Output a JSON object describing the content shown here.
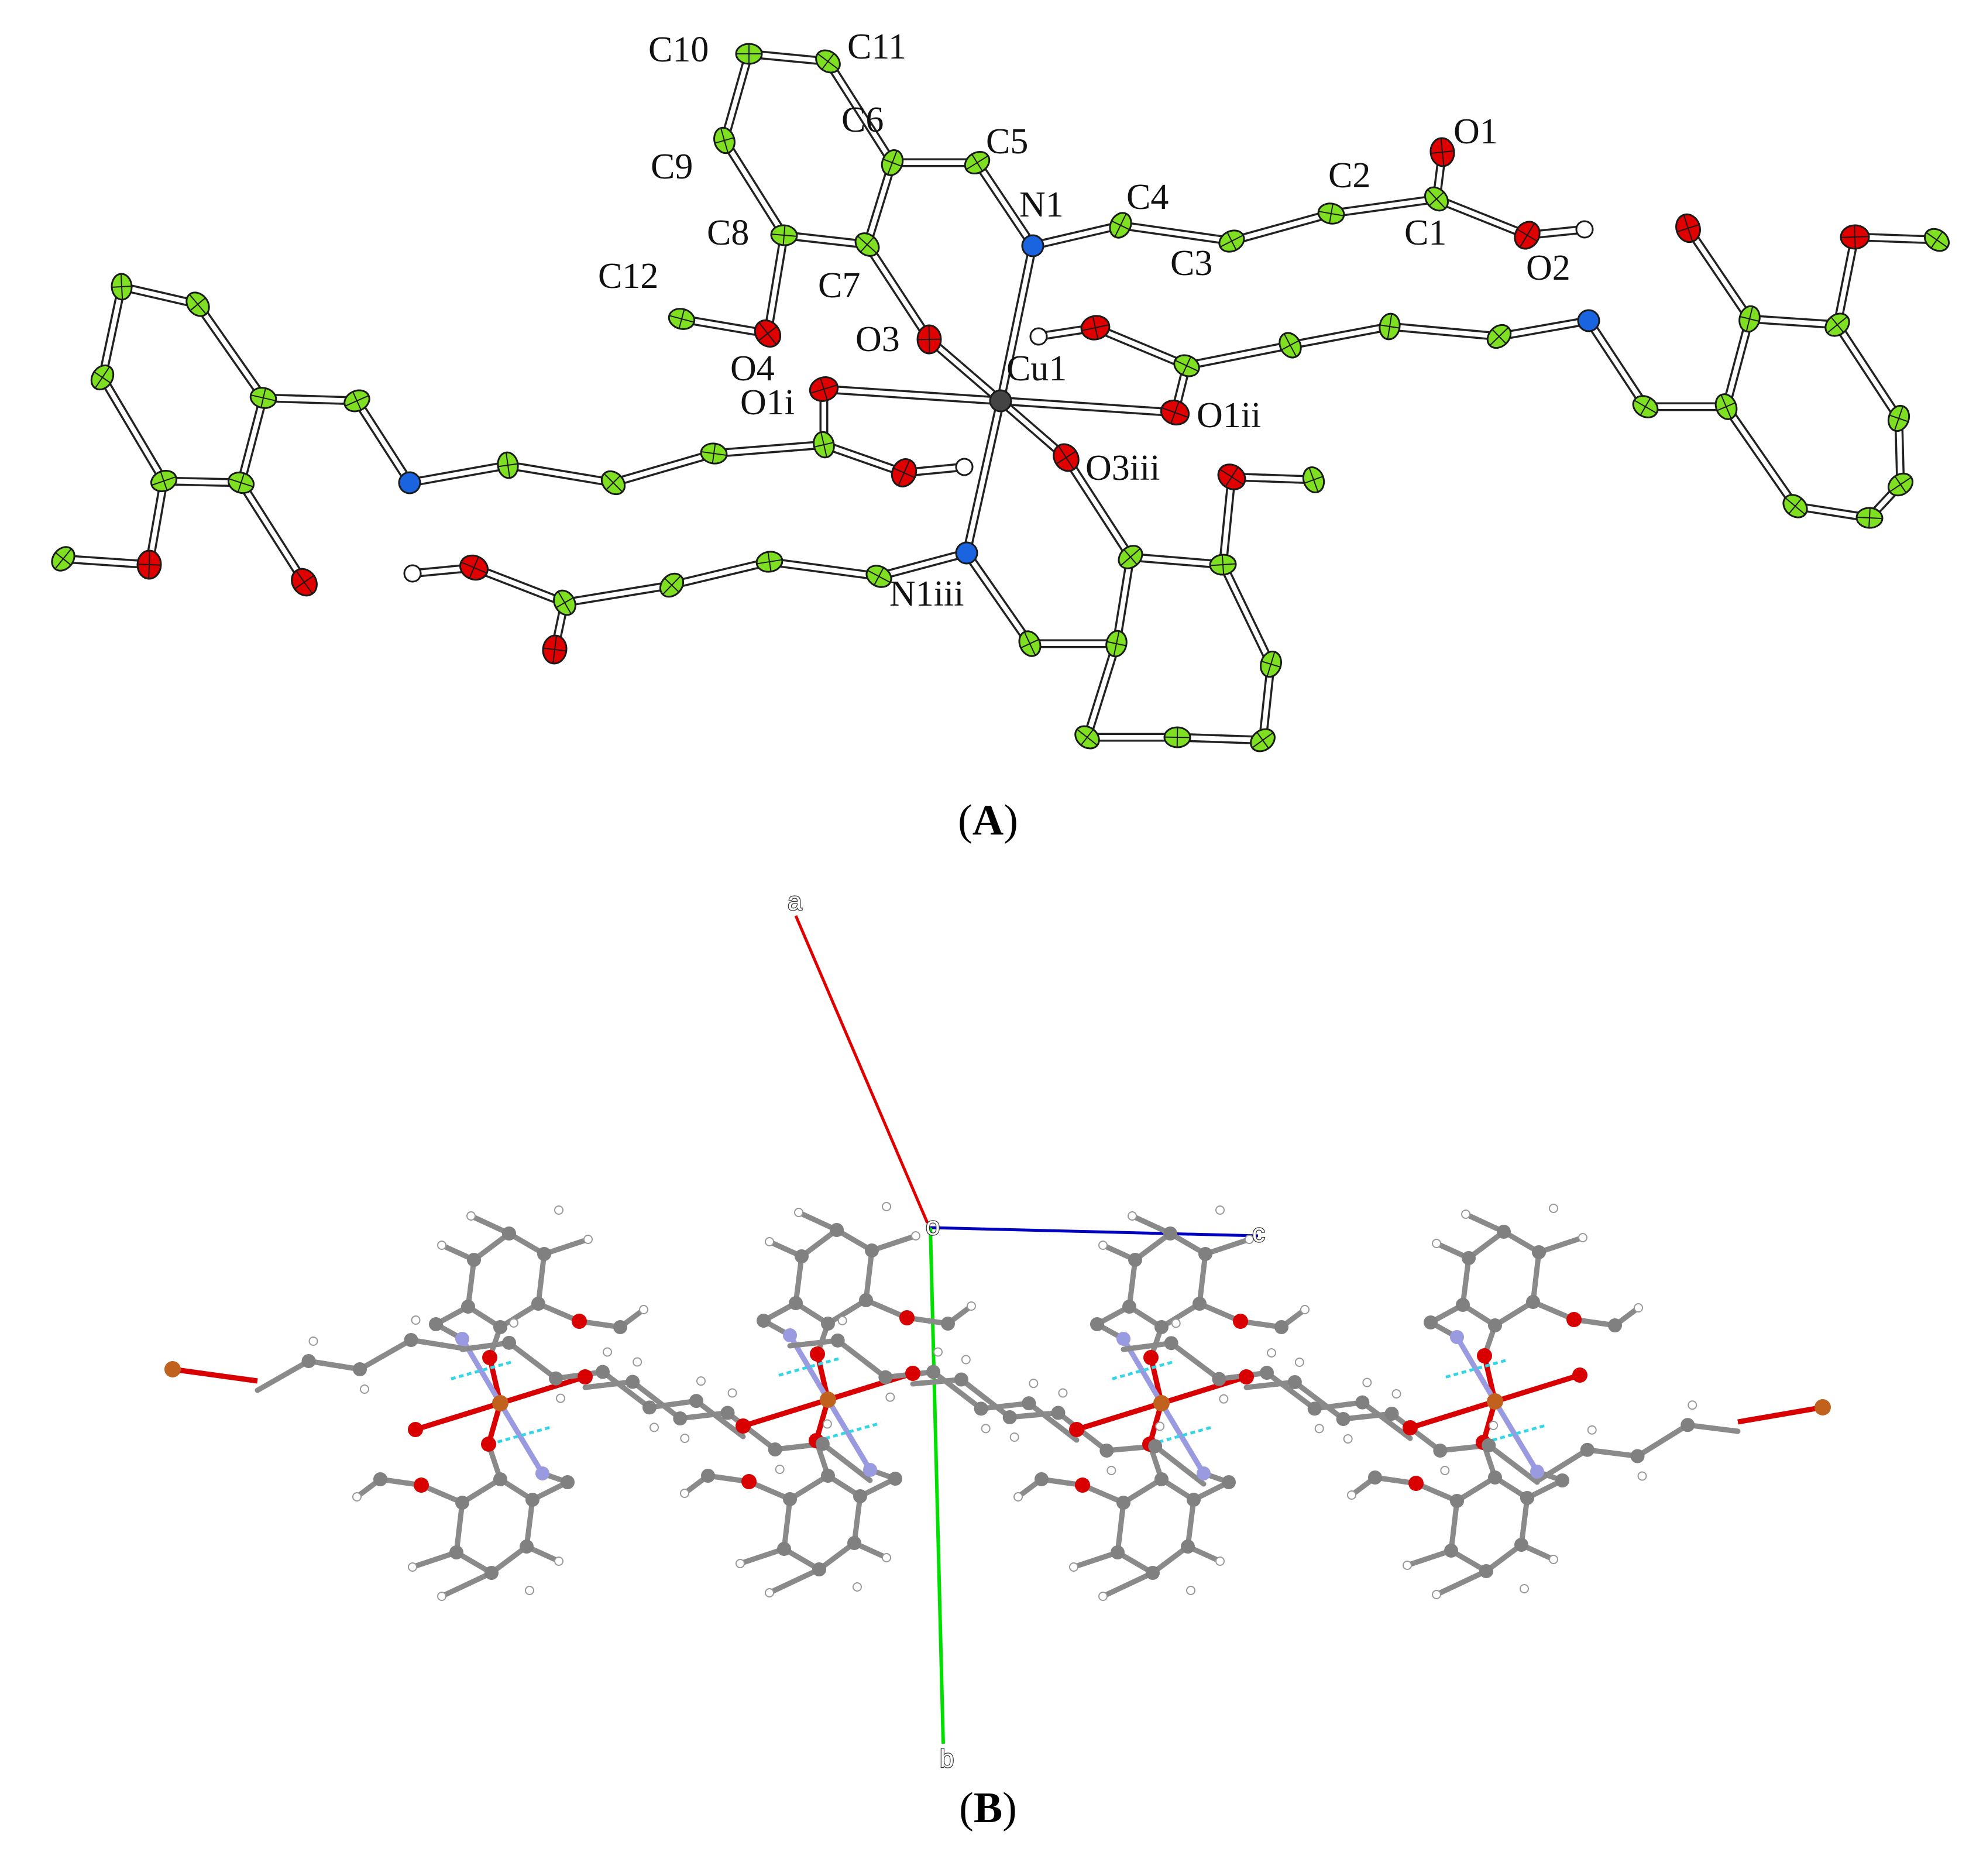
{
  "panel_a": {
    "caption_letter": "A",
    "atom_labels": {
      "c1": "C1",
      "c2": "C2",
      "c3": "C3",
      "c4": "C4",
      "c5": "C5",
      "c6": "C6",
      "c7": "C7",
      "c8": "C8",
      "c9": "C9",
      "c10": "C10",
      "c11": "C11",
      "c12": "C12",
      "n1": "N1",
      "n1iii": "N1iii",
      "o1": "O1",
      "o2": "O2",
      "o3": "O3",
      "o4": "O4",
      "o1i": "O1i",
      "o1ii": "O1ii",
      "o3iii": "O3iii",
      "cu1": "Cu1"
    }
  },
  "panel_b": {
    "caption_letter": "B",
    "axis_labels": {
      "origin": "o",
      "a": "a",
      "b": "b",
      "c": "c"
    }
  },
  "colors": {
    "carbon": "#7ee021",
    "oxygen": "#e00000",
    "nitrogen": "#1a64e0",
    "copper": "#444444",
    "hydrogen": "#ffffff",
    "carbon_b": "#808080",
    "oxygen_b": "#d80000",
    "nitrogen_b": "#9a9ae0",
    "copper_b": "#c0621e",
    "axis_a": "#e00000",
    "axis_b": "#00e000",
    "axis_c": "#0000c0",
    "hbond": "#33d6e6"
  }
}
